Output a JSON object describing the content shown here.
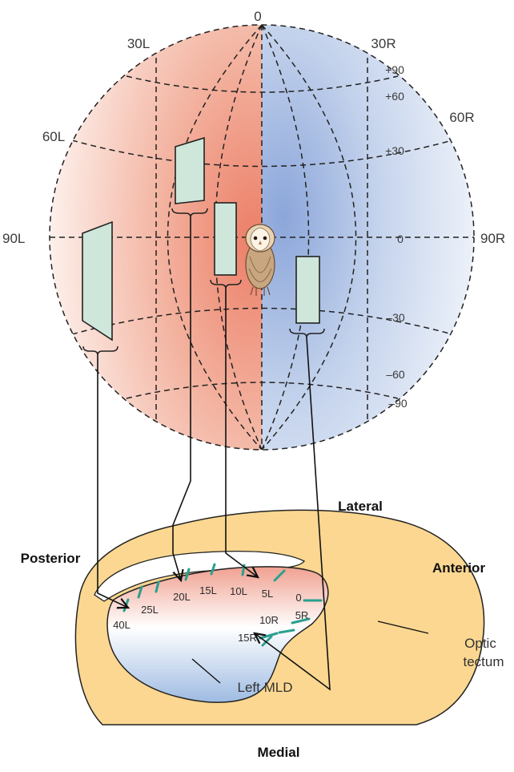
{
  "sphere": {
    "azimuth_labels": {
      "top": "0",
      "left30": "30L",
      "right30": "30R",
      "left60": "60L",
      "right60": "60R",
      "left90": "90L",
      "right90": "90R"
    },
    "elevation_labels": {
      "p90": "+90",
      "p60": "+60",
      "p30": "+30",
      "zero": "0",
      "m30": "–30",
      "m60": "–60",
      "m90": "–90"
    }
  },
  "map_labels": {
    "l40": "40L",
    "l25": "25L",
    "l20": "20L",
    "l15": "15L",
    "l10": "10L",
    "l5": "5L",
    "zero": "0",
    "r5": "5R",
    "r10": "10R",
    "r15": "15R"
  },
  "orientation": {
    "lateral": "Lateral",
    "posterior": "Posterior",
    "anterior": "Anterior",
    "medial": "Medial"
  },
  "structures": {
    "optic_line1": "Optic",
    "optic_line2": "tectum",
    "left_mld": "Left MLD"
  },
  "colors": {
    "left_field": "#f0a590",
    "right_field": "#b9cbe9",
    "receptive_field": "#cfe6db",
    "tectum": "#fbd791",
    "map_line": "#2a9f8f"
  }
}
